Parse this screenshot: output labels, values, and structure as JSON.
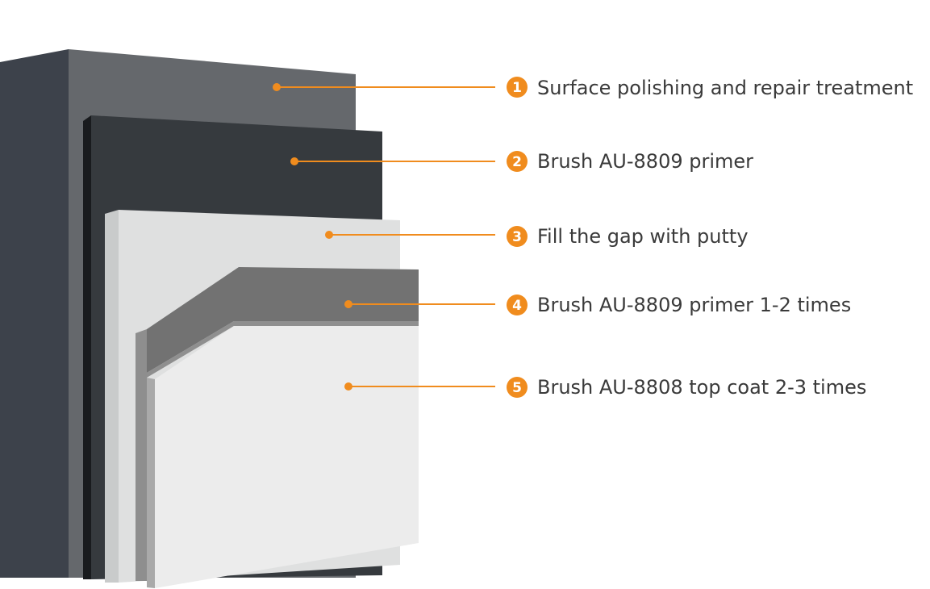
{
  "colors": {
    "accent": "#f08c1e",
    "text": "#3a3a3a",
    "substrate_side": "#3d424b",
    "substrate_face": "#65686c",
    "primer_side": "#191b1e",
    "primer_face": "#363a3e",
    "putty_side": "#c9cbcb",
    "putty_face": "#dfe0e0",
    "primer2_face": "#727272",
    "topcoat_side": "#a9a9a9",
    "topcoat_face": "#ececec"
  },
  "steps": [
    {
      "number": "1",
      "label": "Surface polishing and repair treatment"
    },
    {
      "number": "2",
      "label": "Brush AU-8809 primer"
    },
    {
      "number": "3",
      "label": "Fill the gap with putty"
    },
    {
      "number": "4",
      "label": "Brush AU-8809 primer 1-2 times"
    },
    {
      "number": "5",
      "label": "Brush AU-8808 top coat 2-3 times"
    }
  ]
}
